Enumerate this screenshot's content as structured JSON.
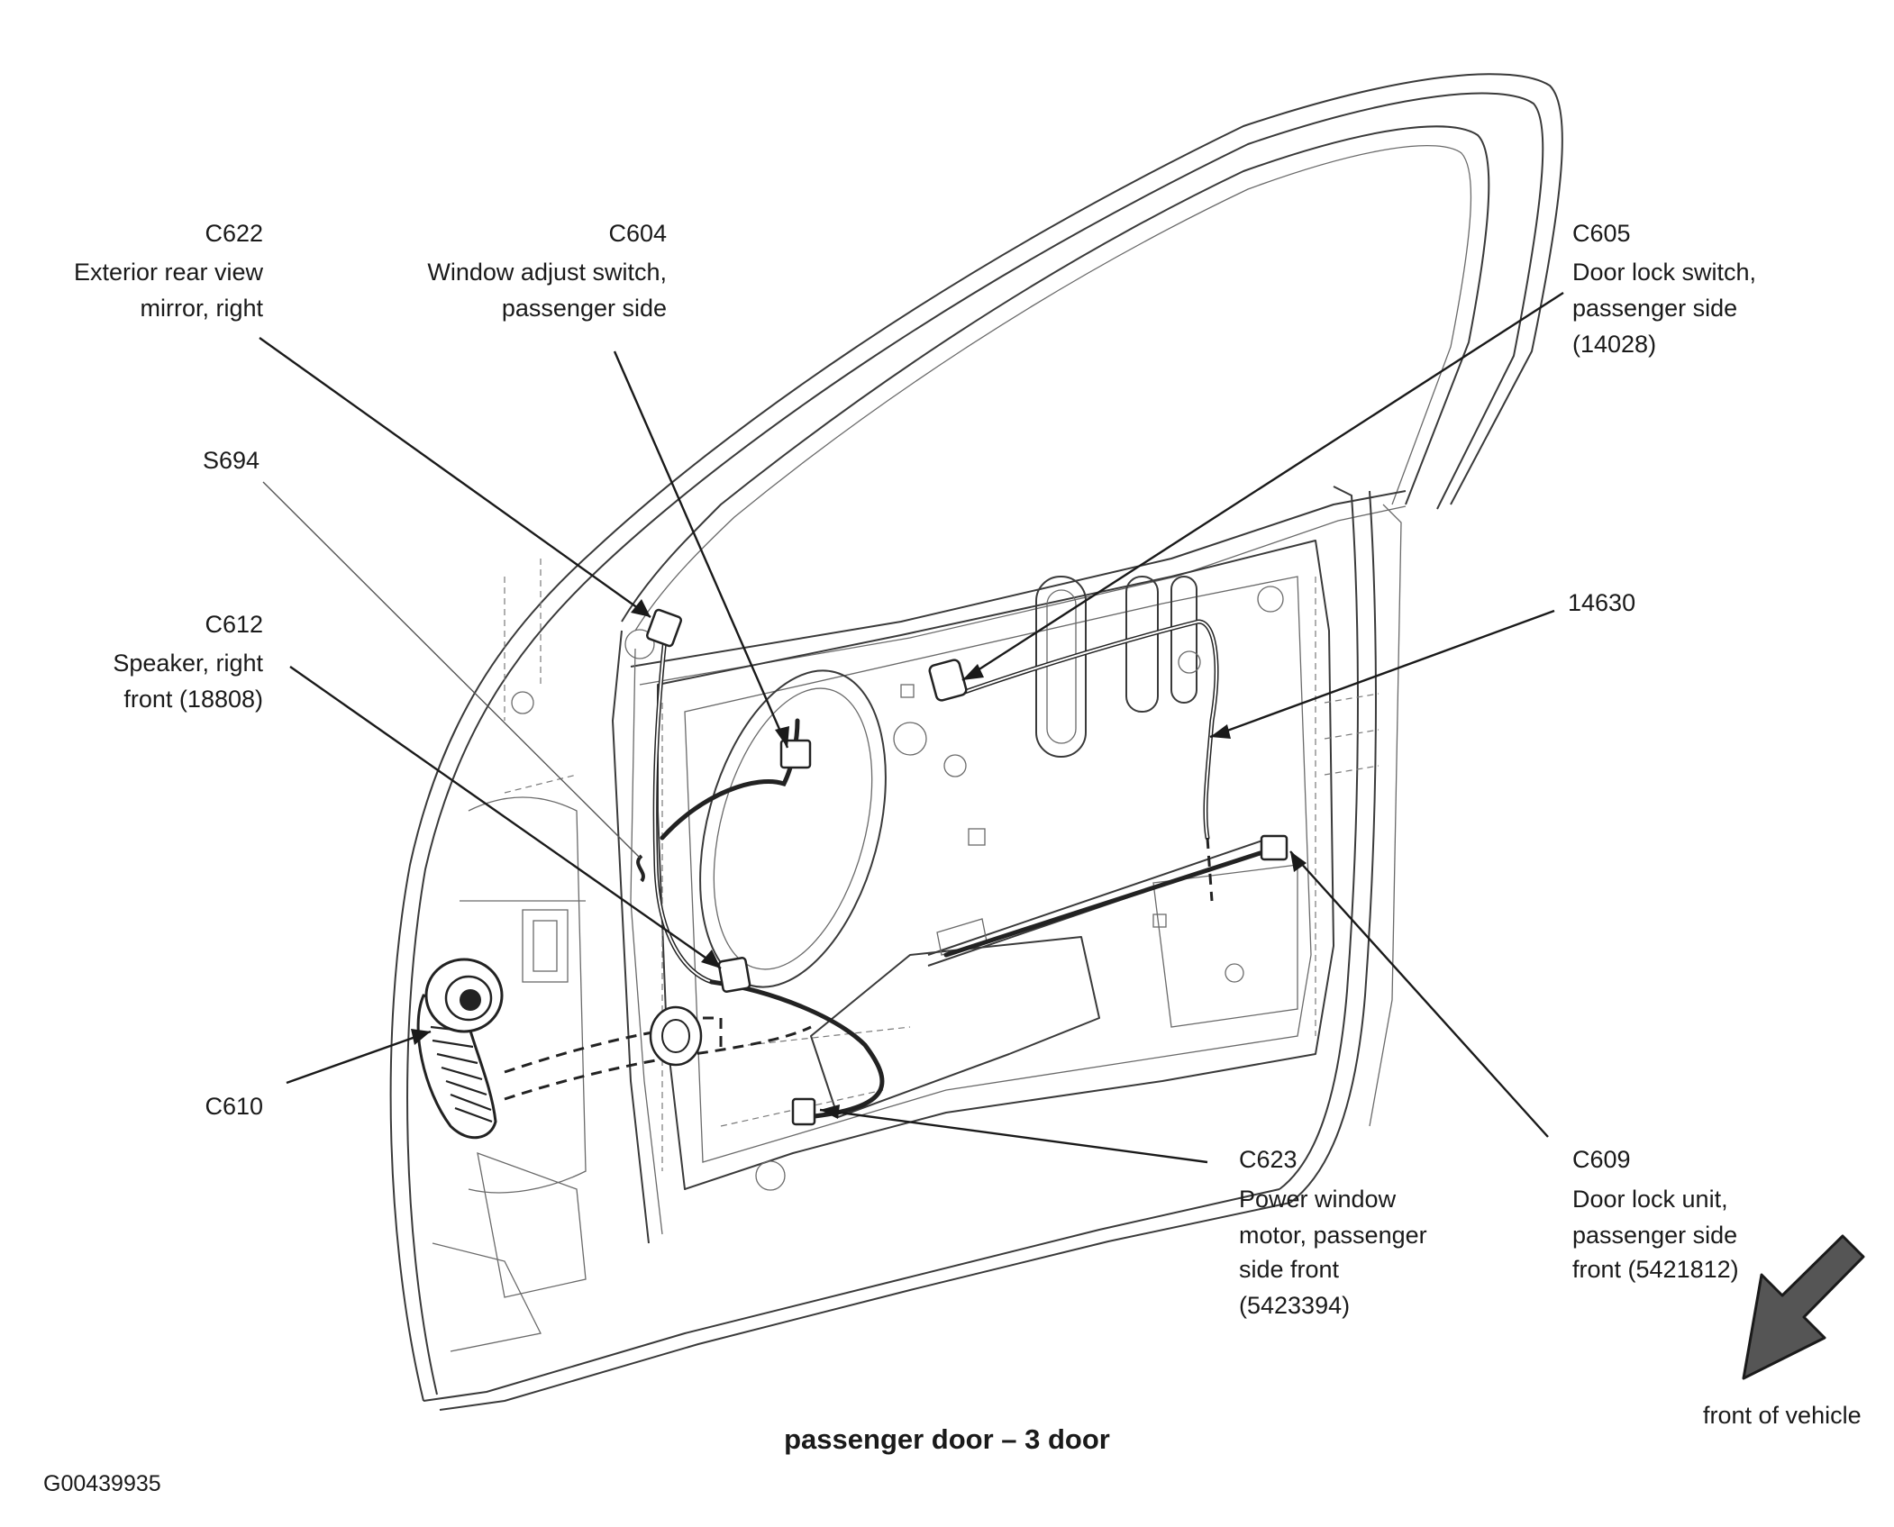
{
  "callouts": {
    "c622": {
      "id": "C622",
      "lines": [
        "Exterior rear view",
        "mirror, right"
      ]
    },
    "c604": {
      "id": "C604",
      "lines": [
        "Window adjust switch,",
        "passenger side"
      ]
    },
    "s694": {
      "id": "S694"
    },
    "c612": {
      "id": "C612",
      "lines": [
        "Speaker, right",
        "front (18808)"
      ]
    },
    "c610": {
      "id": "C610"
    },
    "c605": {
      "id": "C605",
      "lines": [
        "Door lock switch,",
        "passenger side",
        "(14028)"
      ]
    },
    "h14630": {
      "id": "14630"
    },
    "c623": {
      "id": "C623",
      "lines": [
        "Power window",
        "motor, passenger",
        "side front",
        "(5423394)"
      ]
    },
    "c609": {
      "id": "C609",
      "lines": [
        "Door lock unit,",
        "passenger side",
        "front (5421812)"
      ]
    }
  },
  "direction": {
    "label": "front of vehicle",
    "icon": "front-direction-arrow-icon"
  },
  "caption": "passenger door – 3 door",
  "figure_id": "G00439935",
  "colors": {
    "ink": "#1a1a1a",
    "arrow_fill": "#555555"
  }
}
